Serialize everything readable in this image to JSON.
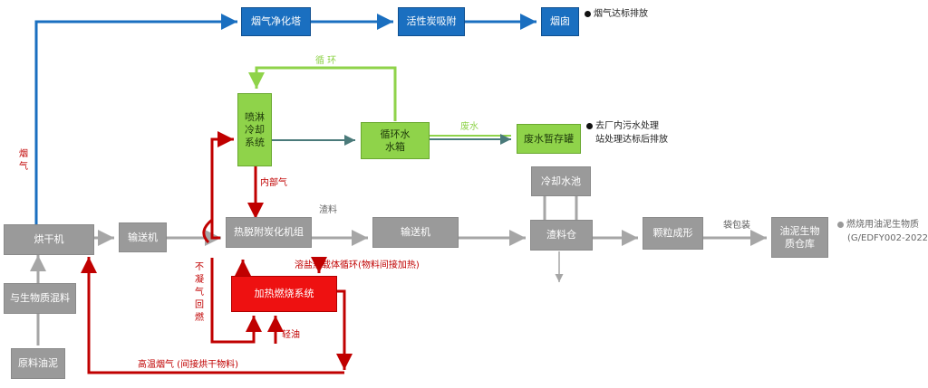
{
  "boxes": {
    "flue_purify_tower": "烟气净化塔",
    "activated_carbon": "活性炭吸附",
    "chimney": "烟囱",
    "spray_cooling": "喷淋\n冷却\n系统",
    "circ_water_tank": "循环水\n水箱",
    "waste_water_tank": "废水暂存罐",
    "cooling_pool": "冷却水池",
    "dryer": "烘干机",
    "conveyor_1": "输送机",
    "pyrolysis_unit": "热脱附炭化机组",
    "conveyor_2": "输送机",
    "slag_bin": "渣料仓",
    "granulation": "颗粒成形",
    "storage": "油泥生物\n质仓库",
    "mix_biomass": "与生物质混料",
    "raw_sludge": "原料油泥",
    "heating_system": "加热燃烧系统"
  },
  "labels": {
    "flue_gas_vertical": "烟气",
    "circulation": "循 环",
    "waste_water": "废水",
    "internal_gas": "内部气",
    "slag": "渣料",
    "bagging": "袋包装",
    "molten_salt": "溶盐热载体循环(物料间接加热)",
    "noncond_gas_vertical": "不凝气回燃",
    "light_oil": "轻油",
    "hot_flue_gas": "高温烟气 (间接烘干物料)"
  },
  "notes": {
    "flue_emission": "烟气达标排放",
    "to_plant": "去厂内污水处理",
    "to_plant_line2": "站处理达标后排放",
    "product": "燃烧用油泥生物质",
    "standard": "(G/EDFY002-2022)"
  },
  "colors": {
    "blue_line": "#1a6fc0",
    "green_line": "#8fd34a",
    "red_line": "#c00000",
    "gray_line": "#a6a6a6",
    "teal_line": "#4a7a7a"
  }
}
